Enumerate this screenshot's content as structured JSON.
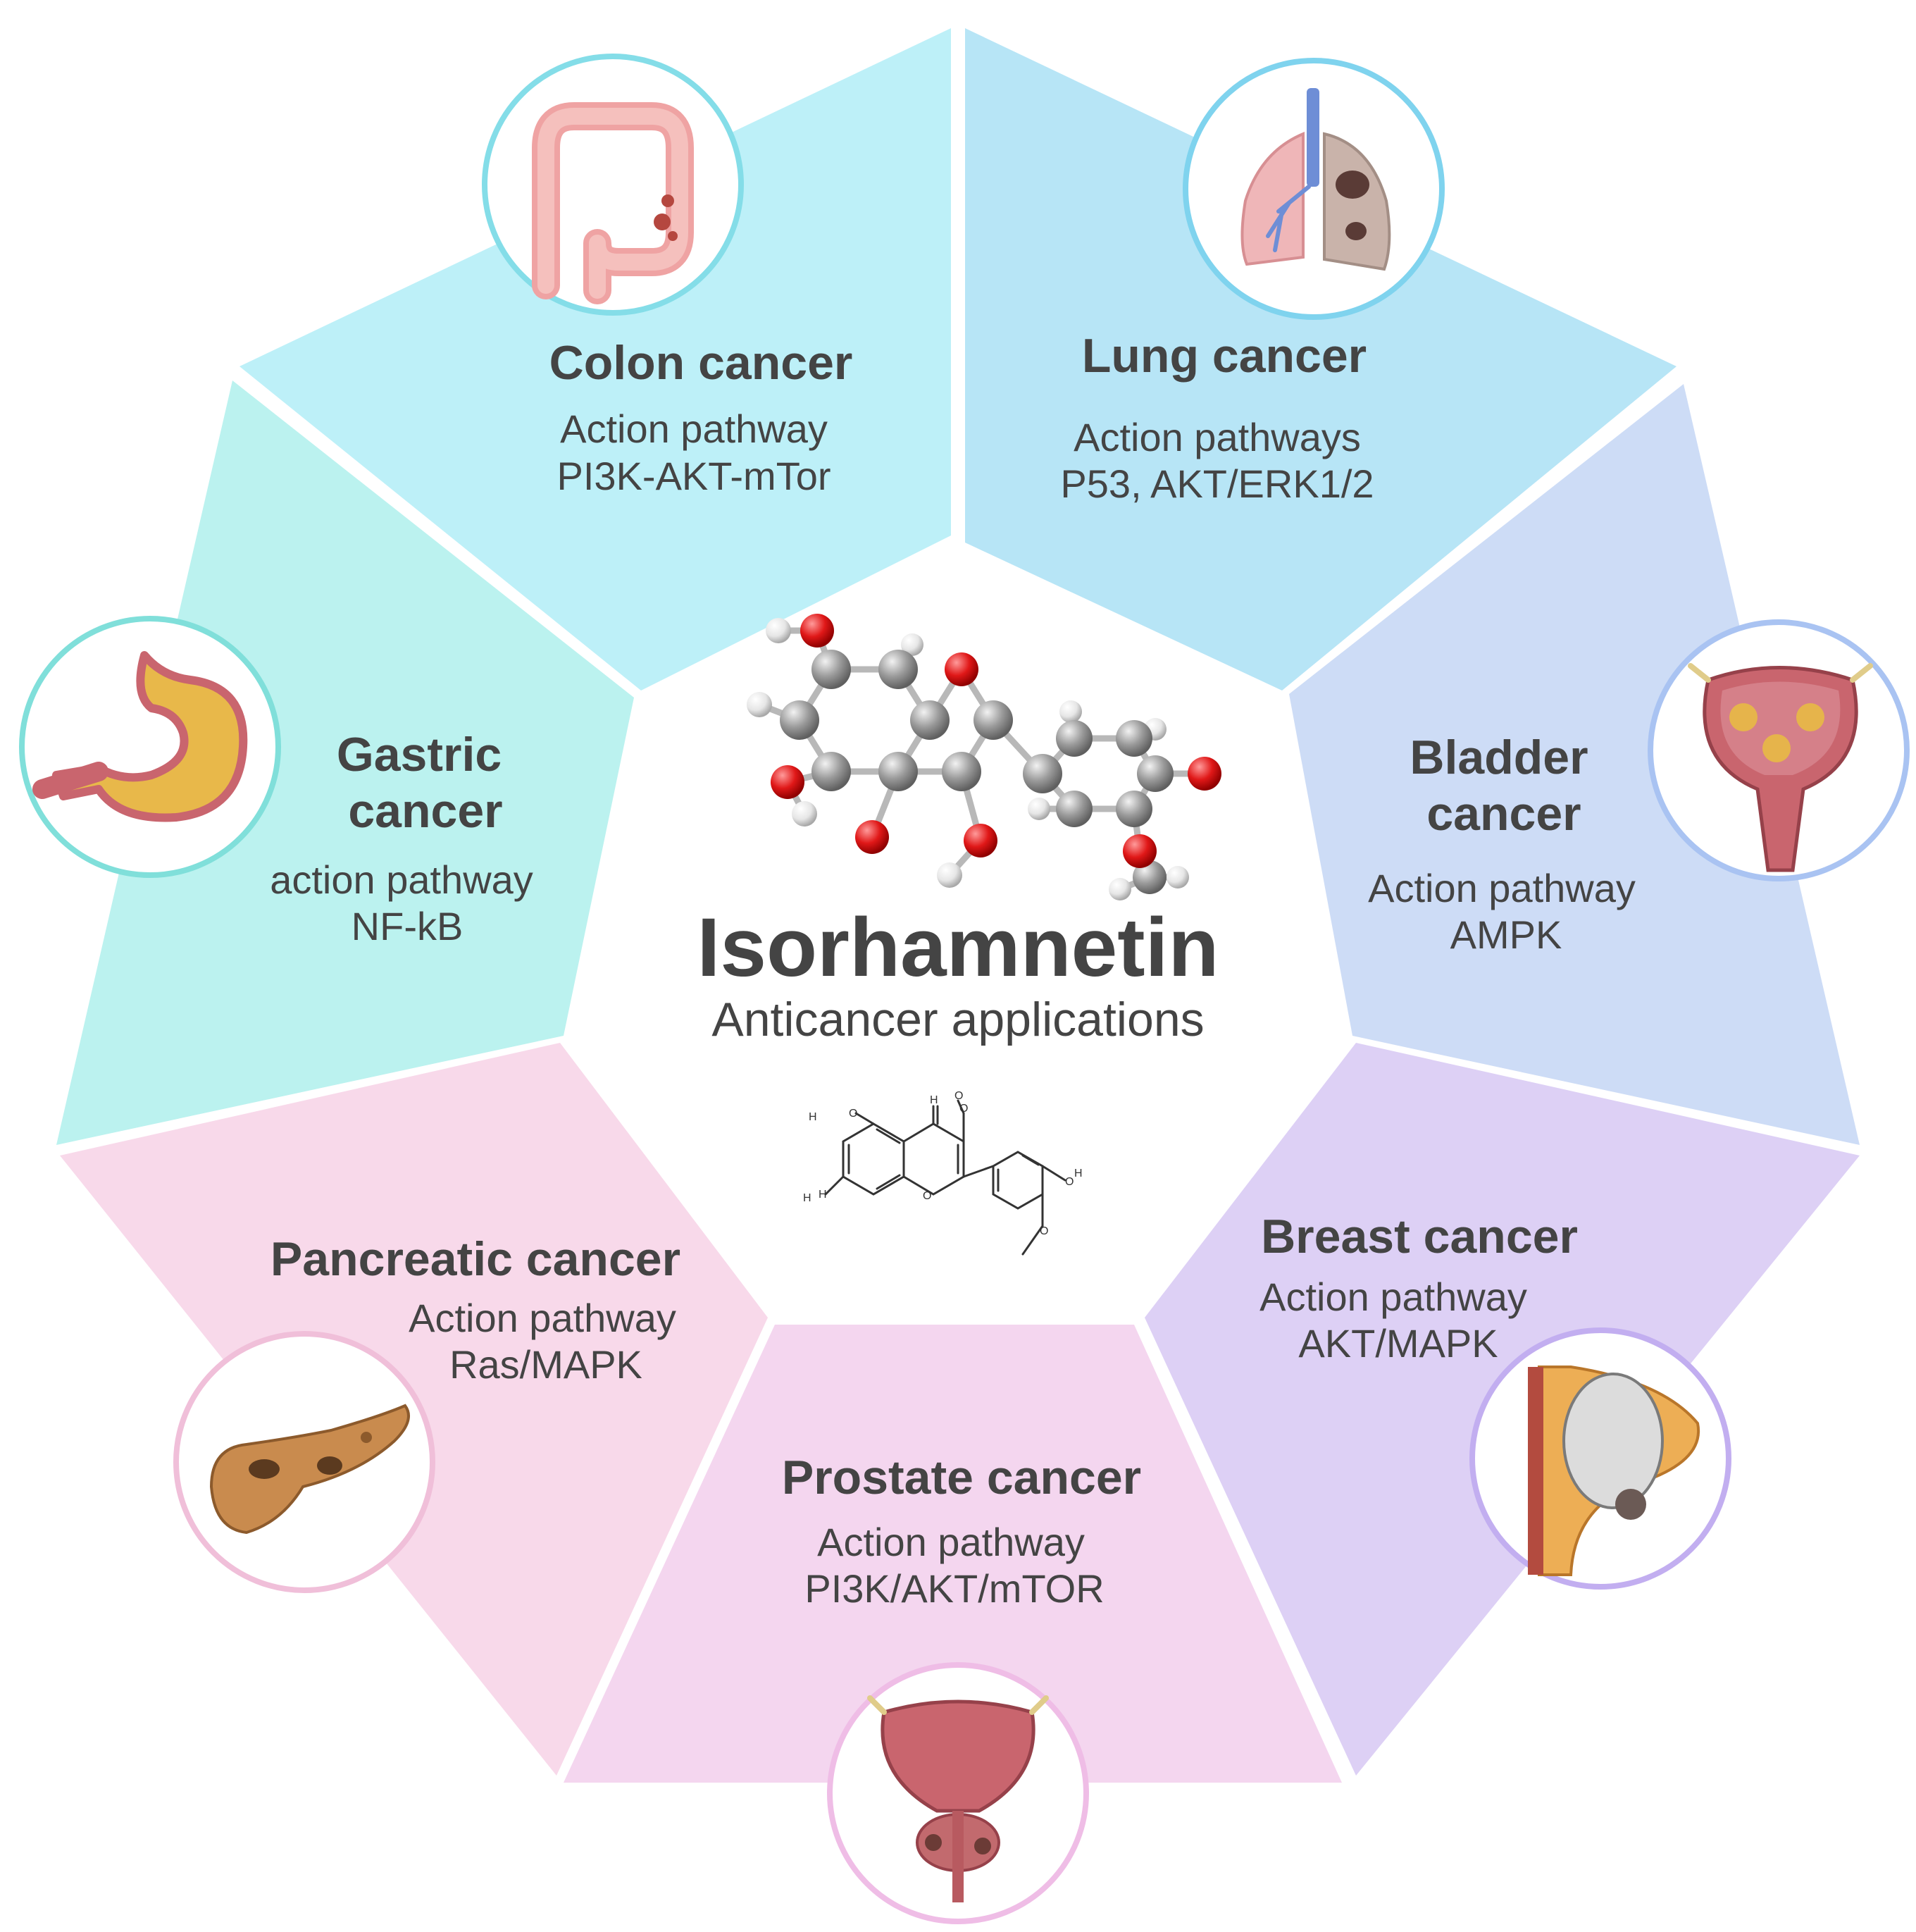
{
  "center": {
    "title": "Isorhamnetin",
    "subtitle": "Anticancer applications"
  },
  "segments": [
    {
      "id": "colon",
      "title_lines": [
        "Colon cancer"
      ],
      "pathway_lines": [
        "Action pathway",
        "PI3K-AKT-mTor"
      ],
      "color": "#bdf0f8",
      "ring": "#84dde8",
      "icon": "colon-icon"
    },
    {
      "id": "lung",
      "title_lines": [
        "Lung cancer"
      ],
      "pathway_lines": [
        "Action pathways",
        "P53, AKT/ERK1/2"
      ],
      "color": "#b7e5f6",
      "ring": "#7fd3ee",
      "icon": "lung-icon"
    },
    {
      "id": "bladder",
      "title_lines": [
        "Bladder",
        "cancer"
      ],
      "pathway_lines": [
        "Action pathway",
        "AMPK"
      ],
      "color": "#cddcf6",
      "ring": "#a9c3f2",
      "icon": "bladder-icon"
    },
    {
      "id": "breast",
      "title_lines": [
        "Breast cancer"
      ],
      "pathway_lines": [
        "Action pathway",
        "AKT/MAPK"
      ],
      "color": "#ddd0f5",
      "ring": "#c2aef0",
      "icon": "breast-icon"
    },
    {
      "id": "prostate",
      "title_lines": [
        "Prostate cancer"
      ],
      "pathway_lines": [
        "Action pathway",
        "PI3K/AKT/mTOR"
      ],
      "color": "#f4d6ef",
      "ring": "#efbde6",
      "icon": "prostate-icon"
    },
    {
      "id": "pancreatic",
      "title_lines": [
        "Pancreatic cancer"
      ],
      "pathway_lines": [
        "Action pathway",
        "Ras/MAPK"
      ],
      "color": "#f8d9ea",
      "ring": "#f0bfd9",
      "icon": "pancreas-icon"
    },
    {
      "id": "gastric",
      "title_lines": [
        "Gastric",
        "cancer"
      ],
      "pathway_lines": [
        "action pathway",
        "NF-kB"
      ],
      "color": "#bbf2ef",
      "ring": "#80dfda",
      "icon": "stomach-icon"
    }
  ],
  "molecule": {
    "atom_labels": [
      "H",
      "O",
      "H",
      "O",
      "O",
      "H",
      "O",
      "H",
      "O",
      "H",
      "O"
    ]
  }
}
